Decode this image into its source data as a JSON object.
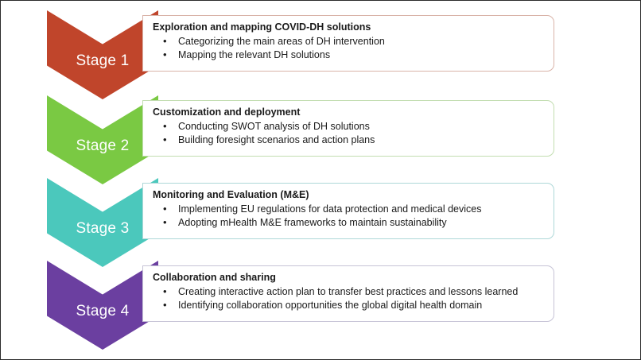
{
  "diagram": {
    "type": "chevron-process-flow",
    "stage_count": 4,
    "stages": [
      {
        "label": "Stage 1",
        "color": "#C0452B",
        "border_color": "#d9b3a8",
        "title": "Exploration and mapping COVID-DH solutions",
        "bullets": [
          "Categorizing the main areas of DH intervention",
          "Mapping the relevant DH solutions"
        ]
      },
      {
        "label": "Stage 2",
        "color": "#7AC943",
        "border_color": "#c2ddb0",
        "title": "Customization and deployment",
        "bullets": [
          "Conducting SWOT analysis of DH solutions",
          "Building foresight scenarios and action plans"
        ]
      },
      {
        "label": "Stage 3",
        "color": "#4BC8BC",
        "border_color": "#aed8d8",
        "title": "Monitoring and Evaluation (M&E)",
        "bullets": [
          "Implementing EU regulations for data protection and medical devices",
          "Adopting mHealth M&E frameworks to maintain sustainability"
        ]
      },
      {
        "label": "Stage 4",
        "color": "#6B3FA0",
        "border_color": "#c6c3d6",
        "title": "Collaboration and sharing",
        "bullets": [
          "Creating interactive action plan to transfer best practices and lessons learned",
          "Identifying collaboration opportunities the global digital health domain"
        ]
      }
    ]
  }
}
